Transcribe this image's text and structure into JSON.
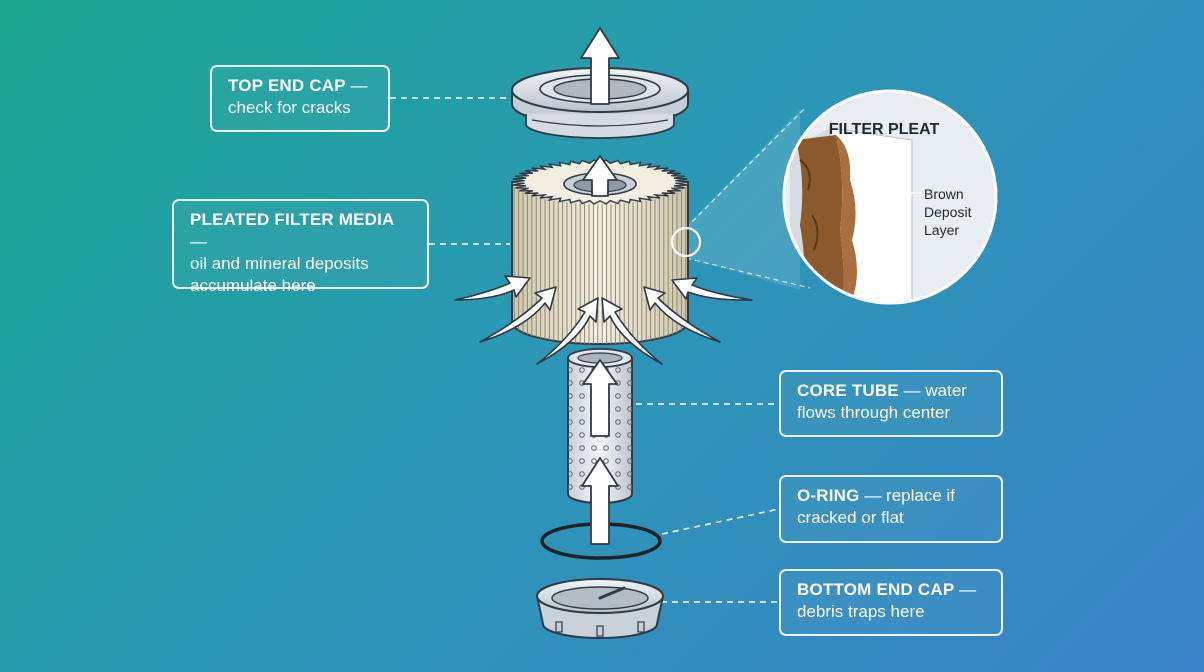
{
  "labels": {
    "top_cap": {
      "title": "TOP END CAP",
      "dash": " —",
      "desc": "check for cracks"
    },
    "media": {
      "title": "PLEATED FILTER MEDIA",
      "dash": " —",
      "desc": "oil and mineral deposits accumulate here"
    },
    "core": {
      "title": "CORE TUBE",
      "dash": " — water",
      "desc": "flows through center"
    },
    "oring": {
      "title": "O-RING",
      "dash": " — replace if",
      "desc": "cracked or flat"
    },
    "bottom_cap": {
      "title": "BOTTOM END CAP",
      "dash": " —",
      "desc": "debris traps here"
    }
  },
  "inset": {
    "title": "FILTER PLEAT",
    "layer_label": [
      "Brown",
      "Deposit",
      "Layer"
    ]
  },
  "colors": {
    "background_start": "#1aa890",
    "background_end": "#3a82c8",
    "media": "#ece6d2",
    "deposit": "#8a5a2e",
    "line": "#ffffff"
  }
}
